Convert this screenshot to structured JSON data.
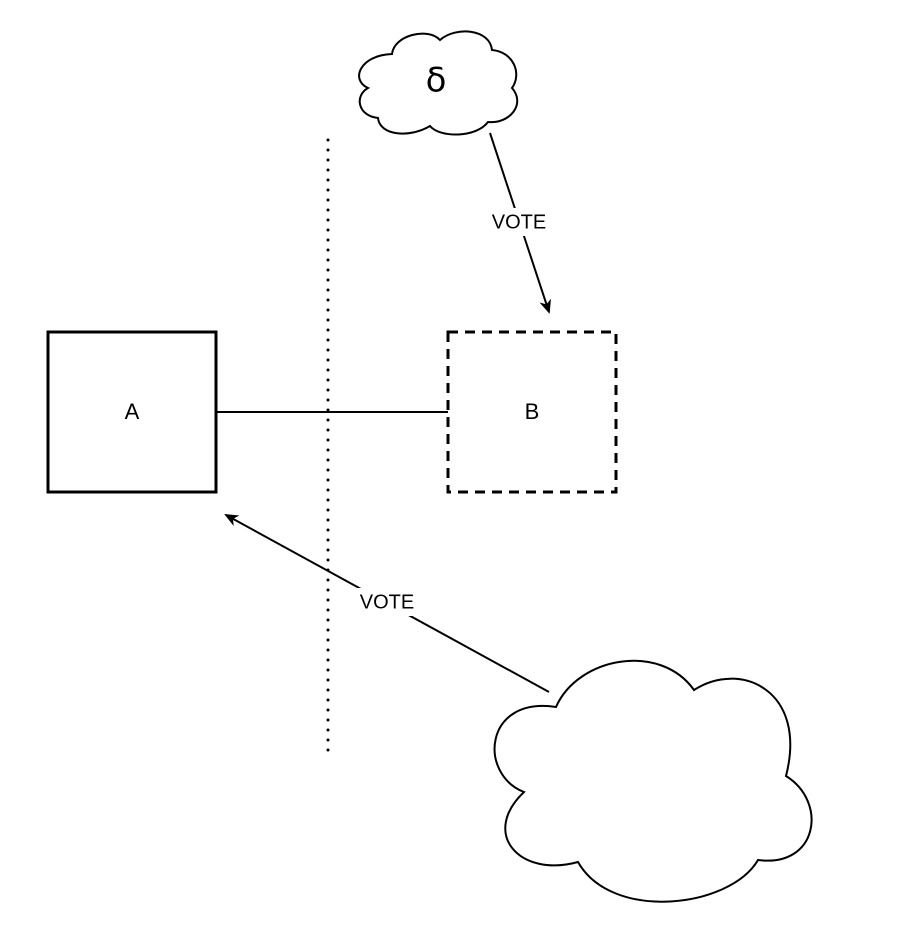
{
  "nodes": {
    "a": {
      "label": "A"
    },
    "b": {
      "label": "B"
    },
    "cloud_top": {
      "label": "δ"
    },
    "cloud_bottom": {
      "label": ""
    }
  },
  "edges": {
    "vote_top": {
      "label": "VOTE"
    },
    "vote_bottom": {
      "label": "VOTE"
    }
  },
  "colors": {
    "stroke": "#000000",
    "fill": "#ffffff"
  }
}
